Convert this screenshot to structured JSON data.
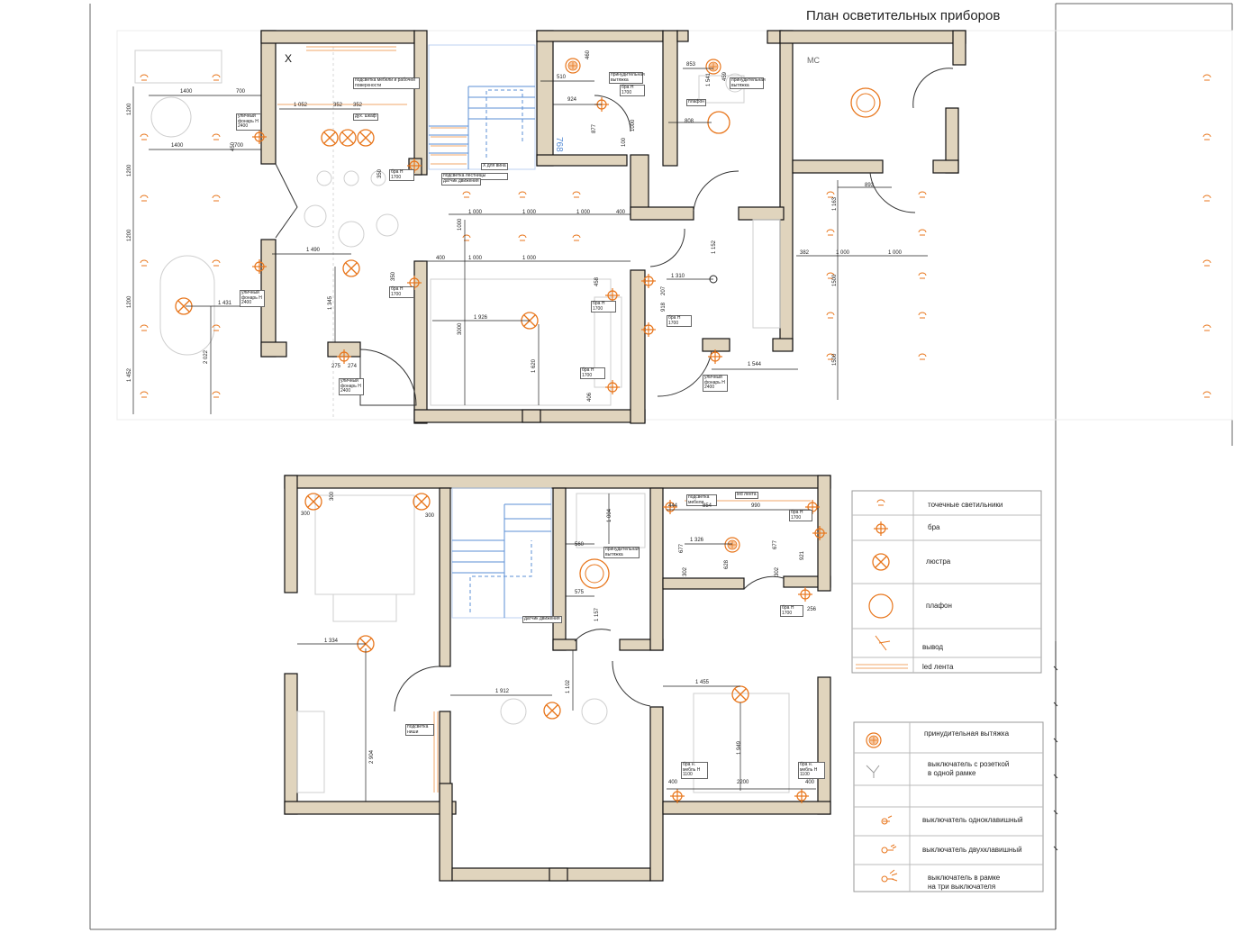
{
  "title": "План осветительных приборов",
  "colors": {
    "wall_fill": "#e0d4bd",
    "wall_stroke": "#111111",
    "fixture": "#e8761c",
    "dimension": "#222222",
    "stair_blue": "#5b8fd6",
    "furniture": "#bdbdbd",
    "led_strip": "#f2a76a"
  },
  "room_labels": {
    "x_mark": "X",
    "mc_mark": "МС",
    "stair_number": "768"
  },
  "legend_top": [
    {
      "icon": "spot-icon",
      "label": "точечные светильники"
    },
    {
      "icon": "sconce-icon",
      "label": "бра"
    },
    {
      "icon": "chandelier-icon",
      "label": "люстра"
    },
    {
      "icon": "ceiling-lamp-icon",
      "label": "плафон"
    },
    {
      "icon": "outlet-wire-icon",
      "label": "вывод"
    },
    {
      "icon": "led-strip-icon",
      "label": "led лента"
    }
  ],
  "legend_bottom": [
    {
      "icon": "exhaust-fan-icon",
      "label": "принудительная вытяжка"
    },
    {
      "icon": "switch-socket-icon",
      "label": "выключатель с розеткой\nв одной рамке"
    },
    {
      "icon": "blank-icon",
      "label": ""
    },
    {
      "icon": "switch-single-icon",
      "label": "выключатель одноклавишный"
    },
    {
      "icon": "switch-double-icon",
      "label": "выключатель двухклавишный"
    },
    {
      "icon": "switch-triple-icon",
      "label": "выключатель в рамке\nна три выключателя"
    }
  ],
  "notes_ground": {
    "kitchen_led": "подсветка мебели и рабочей поверхности",
    "hood": "дух. шкаф",
    "stair_led": "подсветка лестницы",
    "stair_sensor": "датчик движения",
    "sconce_h1700_a": "бра Н 1700",
    "sconce_h1700_b": "бра Н 1700",
    "sconce_h1700_c": "бра Н 1700",
    "sconce_h1700_d": "бра Н 1700",
    "sconce_h1700_e": "бра Н 1700",
    "sconce_h1700_f": "бра Н 1700",
    "outdoor_2400_a": "уличный фонарь Н 2400",
    "outdoor_2400_b": "уличный фонарь Н 2400",
    "outdoor_2400_c": "уличный фонарь Н 2400",
    "outdoor_2400_d": "уличный фонарь Н 2400",
    "exhaust_a": "принудительная вытяжка",
    "exhaust_b": "принудительная вытяжка",
    "ceiling_lamp": "плафон",
    "window_x": "Х для вина"
  },
  "notes_first": {
    "sensor": "датчик движения",
    "exhaust": "принудительная вытяжка",
    "mirror_led": "подсветка мебели",
    "led_tape": "led лента",
    "sconce_h1700_a": "бра Н 1700",
    "sconce_h1700_b": "бра Н 1700",
    "sconce_h1100_a": "бра н. мебль Н 1100",
    "sconce_h1100_b": "бра н. мебль Н 1100",
    "led_tape2": "подсветка ниши"
  },
  "dims_ground": {
    "d1400a": "1400",
    "d700a": "700",
    "d1400b": "1400",
    "d700b": "700",
    "d1052": "1 052",
    "d352a": "352",
    "d352b": "352",
    "d1200a": "1200",
    "d1200b": "1200",
    "d1200c": "1200",
    "d1200d": "1200",
    "d1452": "1 452",
    "d450": "450",
    "d350a": "350",
    "d350b": "350",
    "d1000a": "1 000",
    "d1000b": "1 000",
    "d1000c": "1 000",
    "d400a": "400",
    "d1000v": "1000",
    "d400b": "400",
    "d1000d": "1 000",
    "d1000e": "1 000",
    "d1490": "1 490",
    "d1345": "1 345",
    "d1431": "1 431",
    "d2022": "2 022",
    "d275": "275",
    "d274": "274",
    "d3000": "3000",
    "d1926": "1 926",
    "d1620": "1 620",
    "d458": "458",
    "d406": "406",
    "d510": "510",
    "d924": "924",
    "d460": "460",
    "d877": "877",
    "d1000f": "1000",
    "d100": "100",
    "d853": "853",
    "d459": "459",
    "d1541": "1 541",
    "d808": "808",
    "d1152": "1 152",
    "d1310": "1 310",
    "d207": "207",
    "d918": "918",
    "d1544": "1 544",
    "d893": "893",
    "d1163": "1 163",
    "d382": "382",
    "d1000g": "1 000",
    "d1000h": "1 000",
    "d1500a": "1500",
    "d1500b": "1500"
  },
  "dims_first": {
    "d300a": "300",
    "d300b": "300",
    "d300c": "300",
    "d1334": "1 334",
    "d2904": "2 904",
    "d1004": "1 004",
    "d560": "560",
    "d575": "575",
    "d1157": "1 157",
    "d1912": "1 912",
    "d1102": "1 102",
    "d444": "444",
    "d854": "854",
    "d990": "990",
    "d677a": "677",
    "d1326": "1 326",
    "d628": "628",
    "d302a": "302",
    "d677b": "677",
    "d302b": "302",
    "d921": "921",
    "d256": "256",
    "d1455": "1 455",
    "d1949": "1 949",
    "d400a": "400",
    "d2200": "2200",
    "d400b": "400"
  }
}
